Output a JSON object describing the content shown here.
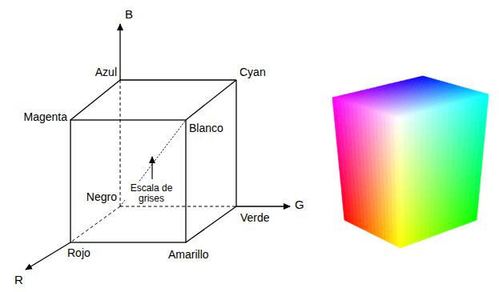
{
  "diagram": {
    "labels": [
      "B",
      "Azul",
      "Cyan",
      "Magenta",
      "Blanco",
      "Negro",
      "Escala de grises",
      "Verde",
      "G",
      "Rojo",
      "Amarillo",
      "R"
    ]
  }
}
